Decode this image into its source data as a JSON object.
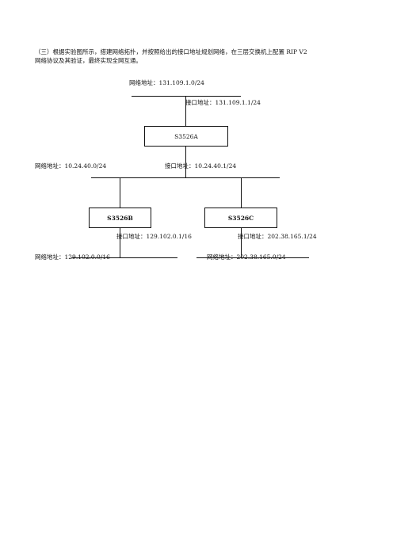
{
  "intro": {
    "line1": "（三）根据实验图所示，搭建网络拓扑，并按照给出的接口地址规划网络，在三层交换机上配置 RIP V2",
    "line2": "网络协议及其验证，最终实现全网互通。"
  },
  "diagram": {
    "top_network": "网络地址：131.109.1.0/24",
    "top_interface": "接口地址：131.109.1.1/24",
    "switch_a": "S3526A",
    "mid_network": "网络地址：10.24.40.0/24",
    "mid_interface": "接口地址：10.24.40.1/24",
    "switch_b": "S3526B",
    "switch_c": "S3526C",
    "b_interface": "接口地址：129.102.0.1/16",
    "c_interface": "接口地址：202.38.165.1/24",
    "b_network": "网络地址：129.102.0.0/16",
    "c_network": "网络地址：202.38.165.0/24"
  }
}
